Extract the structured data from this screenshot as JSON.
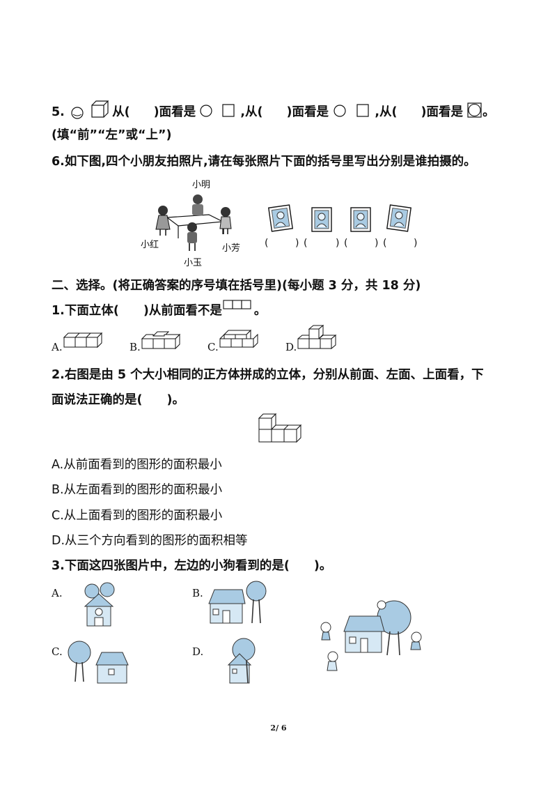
{
  "q5": {
    "num": "5.",
    "t1": "从(",
    "t2": ")面看是",
    "t3": ",从(",
    "t4": ")面看是",
    "t5": ",从(",
    "t6": ")面看是",
    "t7": "。",
    "hint": "(填“前”“左”或“上”)"
  },
  "q6": {
    "text": "6.如下图,四个小朋友拍照片,请在每张照片下面的括号里写出分别是谁拍摄的。",
    "names": [
      "小明",
      "小红",
      "小芳",
      "小玉"
    ],
    "parens": [
      "(",
      ")",
      "(",
      ")",
      "(",
      ")",
      "(",
      ")"
    ]
  },
  "section2": {
    "title": "二、选择。(将正确答案的序号填在括号里)(每小题 3 分，共 18 分)"
  },
  "c1": {
    "text_a": "1.下面立体(　　)从前面看不是",
    "text_b": "。",
    "options": [
      "A.",
      "B.",
      "C.",
      "D."
    ]
  },
  "c2": {
    "line1": "2.右图是由 5 个大小相同的正方体拼成的立体，分别从前面、左面、上面看，下",
    "line2": "面说法正确的是(　　)。",
    "options": [
      "A.从前面看到的图形的面积最小",
      "B.从左面看到的图形的面积最小",
      "C.从上面看到的图形的面积最小",
      "D.从三个方向看到的图形的面积相等"
    ]
  },
  "c3": {
    "text": "3.下面这四张图片中，左边的小狗看到的是(　　)。",
    "options": [
      "A.",
      "B.",
      "C.",
      "D."
    ]
  },
  "page": "2/ 6"
}
